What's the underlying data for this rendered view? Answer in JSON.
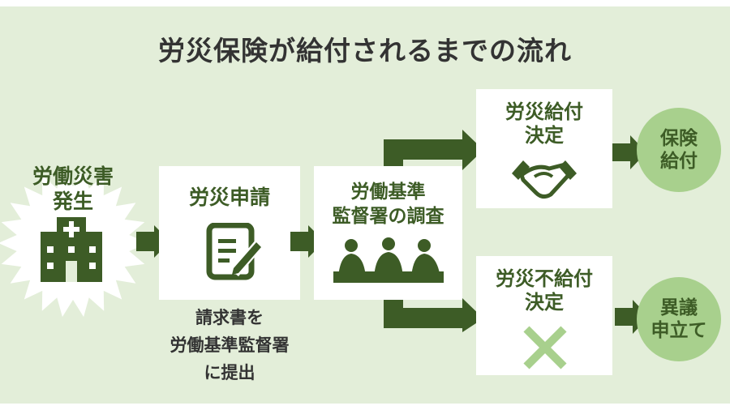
{
  "title": "労災保険が給付されるまでの流れ",
  "steps": {
    "occurrence": {
      "line1": "労働災害",
      "line2": "発生"
    },
    "application": {
      "label": "労災申請",
      "note_line1": "請求書を",
      "note_line2": "労働基準監督署",
      "note_line3": "に提出"
    },
    "investigation": {
      "line1": "労働基準",
      "line2": "監督署の調査"
    },
    "approved": {
      "line1": "労災給付",
      "line2": "決定"
    },
    "rejected": {
      "line1": "労災不給付",
      "line2": "決定"
    },
    "benefit": {
      "line1": "保険",
      "line2": "給付"
    },
    "appeal": {
      "line1": "異議",
      "line2": "申立て"
    }
  },
  "colors": {
    "dark_green": "#3d5c26",
    "light_green": "#a8d08d",
    "background": "#e3eed9"
  }
}
